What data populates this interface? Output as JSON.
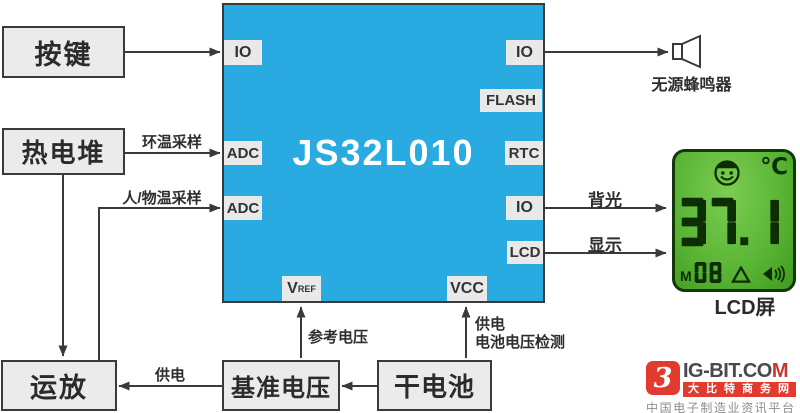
{
  "blocks": {
    "button": "按键",
    "thermopile": "热电堆",
    "opamp": "运放",
    "bandgap": "基准电压",
    "battery": "干电池"
  },
  "chip": {
    "name": "JS32L010",
    "pins": {
      "io_left": "IO",
      "adc_top": "ADC",
      "adc_bottom": "ADC",
      "io_right_top": "IO",
      "flash": "FLASH",
      "rtc": "RTC",
      "io_right_mid": "IO",
      "lcd": "LCD",
      "vref_base": "V",
      "vref_sub": "REF",
      "vcc": "VCC"
    }
  },
  "labels": {
    "ambient_sampling": "环温采样",
    "object_sampling": "人/物温采样",
    "buzzer": "无源蜂鸣器",
    "backlight": "背光",
    "display": "显示",
    "ref_voltage": "参考电压",
    "supply_opamp": "供电",
    "supply_vcc": "供电",
    "battery_detect": "电池电压检测",
    "lcd_screen": "LCD屏"
  },
  "lcd": {
    "temperature": "37.1",
    "unit": "℃",
    "memory_letter": "M",
    "memory_index": "08"
  },
  "logo": {
    "brand": "IG-BIT.COM",
    "icon_glyph": "3",
    "banner": "大比特商务网",
    "tagline": "中国电子制造业资讯平台"
  },
  "colors": {
    "chip_blue": "#29ABE2",
    "lcd_green": "#5CB636",
    "logo_red": "#E13B2F",
    "wire_dark": "#3A3A3A"
  }
}
